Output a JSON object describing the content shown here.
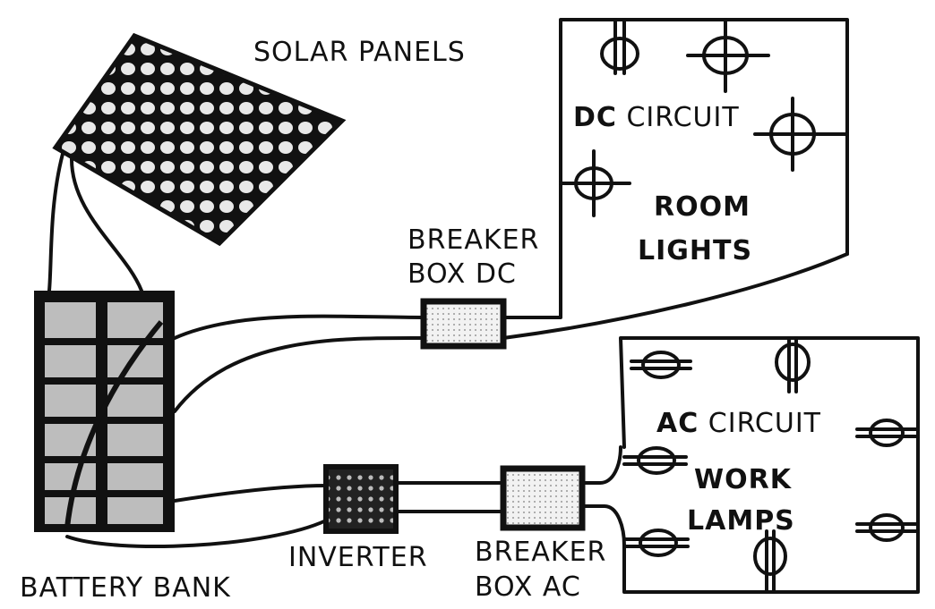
{
  "labels": {
    "solar_panels": "SOLAR PANELS",
    "battery_bank": "BATTERY BANK",
    "breaker_dc_line1": "BREAKER",
    "breaker_dc_line2": "BOX DC",
    "inverter": "INVERTER",
    "breaker_ac_line1": "BREAKER",
    "breaker_ac_line2": "BOX AC",
    "dc_prefix": "DC",
    "dc_suffix": " CIRCUIT",
    "room": "ROOM",
    "lights": "LIGHTS",
    "ac_prefix": "AC",
    "ac_suffix": " CIRCUIT",
    "work": "WORK",
    "lamps": "LAMPS"
  },
  "colors": {
    "ink": "#111111",
    "panel_fill": "#c8c8c8",
    "breaker_fill": "#e6e6e6",
    "inverter_fill": "#3a3a3a",
    "battery_cell": "#bdbdbd"
  }
}
